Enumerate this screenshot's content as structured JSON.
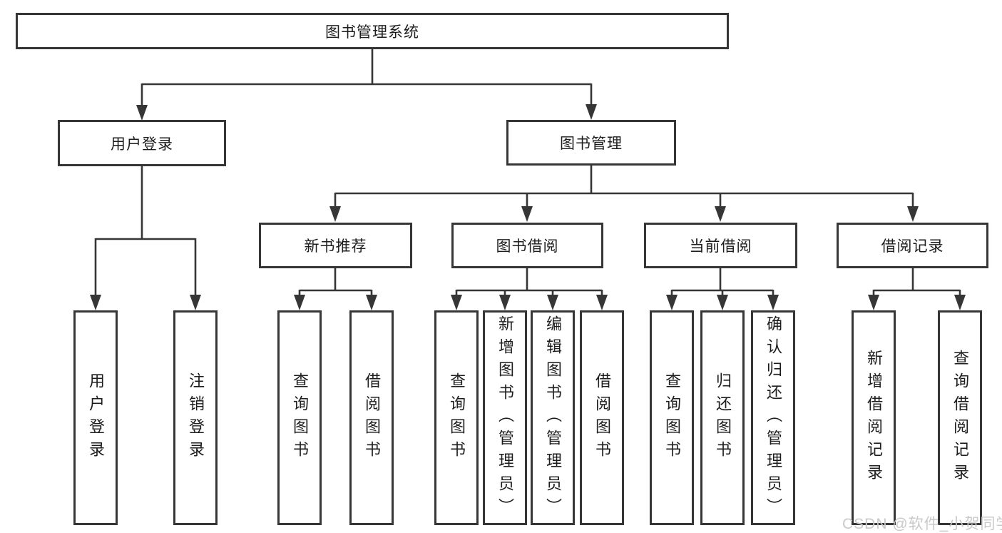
{
  "tree": {
    "label": "图书管理系统",
    "children": [
      {
        "label": "用户登录",
        "children": [
          {
            "label": "用户登录"
          },
          {
            "label": "注销登录"
          }
        ]
      },
      {
        "label": "图书管理",
        "children": [
          {
            "label": "新书推荐",
            "children": [
              {
                "label": "查询图书"
              },
              {
                "label": "借阅图书"
              }
            ]
          },
          {
            "label": "图书借阅",
            "children": [
              {
                "label": "查询图书"
              },
              {
                "label": "新增图书（管理员）"
              },
              {
                "label": "编辑图书（管理员）"
              },
              {
                "label": "借阅图书"
              }
            ]
          },
          {
            "label": "当前借阅",
            "children": [
              {
                "label": "查询图书"
              },
              {
                "label": "归还图书"
              },
              {
                "label": "确认归还（管理员）"
              }
            ]
          },
          {
            "label": "借阅记录",
            "children": [
              {
                "label": "新增借阅记录"
              },
              {
                "label": "查询借阅记录"
              }
            ]
          }
        ]
      }
    ]
  },
  "watermark": {
    "text": "CSDN @软件_小贺同学"
  },
  "colors": {
    "line": "#363636",
    "border": "#363636",
    "text": "#1d1d1d",
    "background": "#ffffff",
    "watermark": "#c9c9c9"
  }
}
